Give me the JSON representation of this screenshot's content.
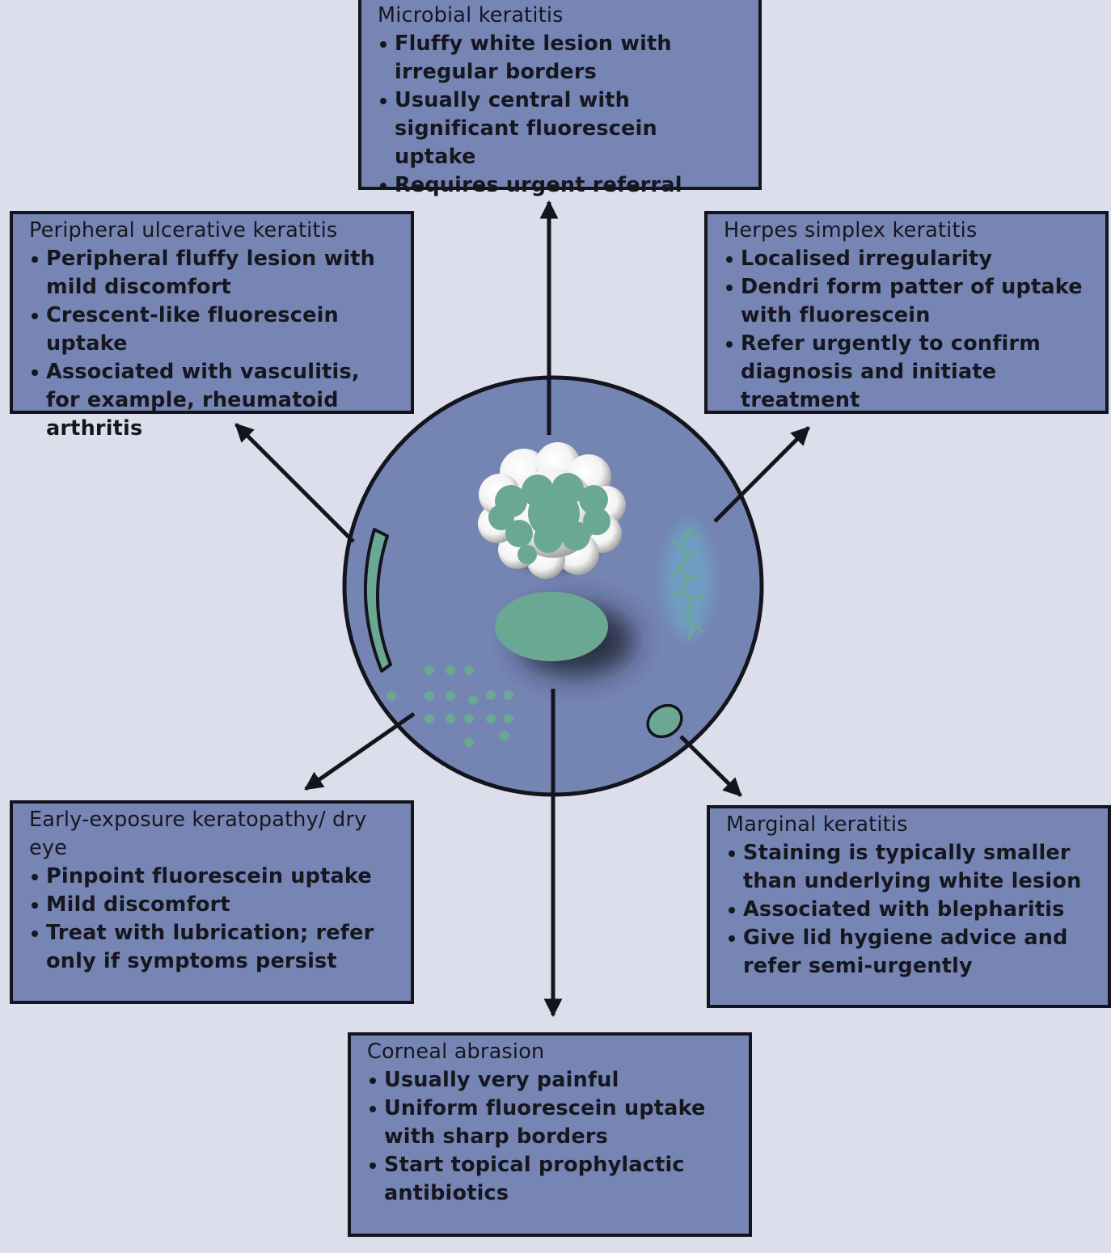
{
  "boxes": {
    "microbial": {
      "title": "Microbial keratitis",
      "bullets": [
        "Fluffy white lesion with irregular borders",
        "Usually central with significant fluorescein uptake",
        "Requires urgent referral"
      ]
    },
    "peripheral": {
      "title": "Peripheral ulcerative keratitis",
      "bullets": [
        "Peripheral fluffy lesion with mild discomfort",
        "Crescent-like fluorescein uptake",
        "Associated with vasculitis, for example, rheumatoid arthritis"
      ]
    },
    "herpes": {
      "title": "Herpes simplex keratitis",
      "bullets": [
        "Localised irregularity",
        "Dendri form patter of uptake with fluorescein",
        "Refer urgently to confirm diagnosis and initiate treatment"
      ]
    },
    "exposure": {
      "title": "Early-exposure keratopathy/ dry eye",
      "bullets": [
        "Pinpoint fluorescein uptake",
        "Mild discomfort",
        "Treat with lubrication; refer only if symptoms persist"
      ]
    },
    "marginal": {
      "title": "Marginal keratitis",
      "bullets": [
        "Staining is typically smaller than underlying white lesion",
        "Associated with blepharitis",
        "Give lid hygiene advice and refer semi-urgently"
      ]
    },
    "abrasion": {
      "title": "Corneal abrasion",
      "bullets": [
        "Usually very painful",
        "Uniform fluorescein uptake with sharp borders",
        "Start topical prophylactic antibiotics"
      ]
    }
  },
  "colors": {
    "background": "#dcdfeb",
    "box_fill": "#7685b4",
    "cornea_fill": "#7484b3",
    "stain": "#6ba894",
    "outline": "#14141c"
  }
}
